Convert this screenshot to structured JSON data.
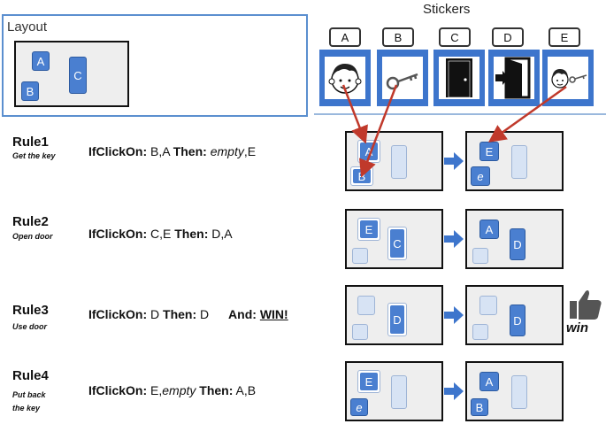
{
  "layout": {
    "title": "Layout",
    "tiles": [
      "A",
      "B",
      "C"
    ]
  },
  "stickers": {
    "title": "Stickers",
    "labels": [
      "A",
      "B",
      "C",
      "D",
      "E"
    ],
    "icons": [
      "boy-face-icon",
      "key-icon",
      "closed-door-icon",
      "open-door-icon",
      "boy-with-key-icon"
    ]
  },
  "rules": [
    {
      "name": "Rule1",
      "sub": "Get the key",
      "if_label": "IfClickOn:",
      "if_value": "B,A",
      "then_label": "Then:",
      "then_value_em": "empty",
      "then_value_rest": ",E"
    },
    {
      "name": "Rule2",
      "sub": "Open door",
      "if_label": "IfClickOn:",
      "if_value": "C,E",
      "then_label": "Then:",
      "then_value": "D,A"
    },
    {
      "name": "Rule3",
      "sub": "Use door",
      "if_label": "IfClickOn:",
      "if_value": "D",
      "then_label": "Then:",
      "then_value": "D",
      "and_label": "And:",
      "and_value": "WIN!"
    },
    {
      "name": "Rule4",
      "sub_line1": "Put back",
      "sub_line2": "the key",
      "if_label": "IfClickOn:",
      "if_value_pre": "E,",
      "if_value_em": "empty",
      "then_label": "Then:",
      "then_value": "A,B"
    }
  ],
  "tiles": {
    "r1_before": [
      "A",
      "B"
    ],
    "r1_after": [
      "E",
      "e"
    ],
    "r2_before": [
      "E",
      "C"
    ],
    "r2_after": [
      "A",
      "D"
    ],
    "r3_before": [
      "D"
    ],
    "r3_after": [
      "D"
    ],
    "r4_before": [
      "E",
      "e"
    ],
    "r4_after": [
      "A",
      "B"
    ]
  },
  "win": {
    "label": "win",
    "icon": "thumbs-up-icon"
  },
  "colors": {
    "accent": "#4a7fd0",
    "panel_border": "#5b8fcf",
    "pointer": "#c0392b",
    "arrow": "#3d75cc"
  }
}
